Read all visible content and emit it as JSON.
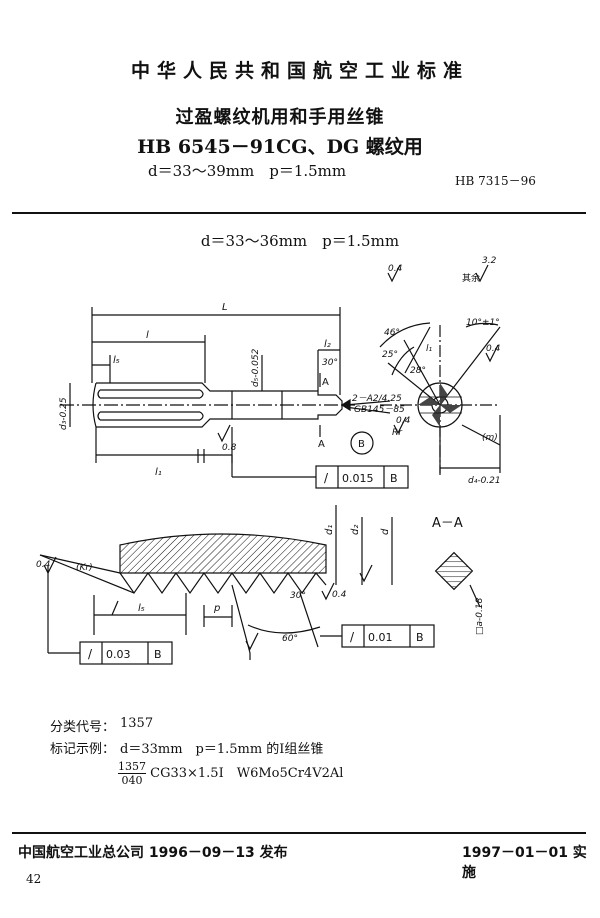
{
  "header": {
    "organization": "中华人民共和国航空工业标准",
    "title_line1": "过盈螺纹机用和手用丝锥",
    "title_line2": "HB 6545－91CG、DG 螺纹用",
    "title_line3": "d＝33～39mm　p＝1.5mm",
    "standard_number": "HB 7315－96"
  },
  "drawing": {
    "subtitle": "d＝33～36mm　p＝1.5mm",
    "labels": {
      "L": "L",
      "l": "l",
      "l5": "l₅",
      "l1": "l₁",
      "l1b": "l₁",
      "d3": "d₃-0.25",
      "d5": "d₅-0.052",
      "l2": "l₂",
      "angle30": "30°",
      "A": "A",
      "A2": "A",
      "center": "2－A2/4.25",
      "center_std": "GB145－85",
      "B": "B",
      "Ra08": "0.8",
      "Ra04a": "0.4",
      "Ra04b": "0.4",
      "Ra04c": "0.4",
      "Ra04d": "0.4",
      "Ra04e": "0.4",
      "Ra32": "3.2",
      "rest": "其余",
      "ang46": "46°",
      "ang25": "25°",
      "ang28": "28°",
      "ang10": "10°±1°",
      "Rr": "Rr",
      "m": "(m)",
      "d4": "d₄-0.21",
      "tol1_sym": "/",
      "tol1_val": "0.015",
      "tol1_ref": "B",
      "tol2_sym": "/",
      "tol2_val": "0.03",
      "tol2_ref": "B",
      "tol3_sym": "/",
      "tol3_val": "0.01",
      "tol3_ref": "B",
      "d1": "d₁",
      "d2": "d₂",
      "d": "d",
      "kr": "(Kr)",
      "l5b": "l₅",
      "p": "p",
      "ang30b": "30°",
      "ang60": "60°",
      "section": "A－A",
      "sq": "□a-0.18"
    }
  },
  "notes": {
    "class_code_label": "分类代号：",
    "class_code_value": "1357",
    "mark_label": "标记示例：",
    "mark_desc": "d＝33mm　p＝1.5mm 的Ⅰ组丝锥",
    "frac_num": "1357",
    "frac_den": "040",
    "mark_code": "CG33×1.5Ⅰ　W6Mo5Cr4V2Al"
  },
  "footer": {
    "publisher": "中国航空工业总公司 1996－09－13 发布",
    "effective": "1997－01－01 实施",
    "page": "42"
  }
}
